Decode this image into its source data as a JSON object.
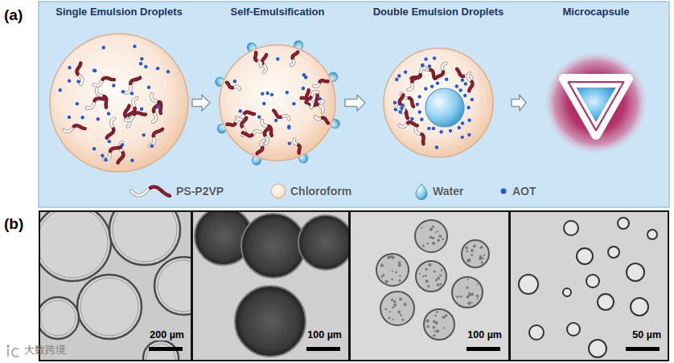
{
  "diagram": {
    "nodes": [
      {
        "text": [
          "(a)"
        ]
      },
      {
        "text": [
          "Single Emulsion Droplets"
        ],
        "in": 0
      },
      {
        "text": [
          "Self-Emulsification"
        ],
        "in": 0
      },
      {
        "text": [
          "Double Emulsion Droplets"
        ],
        "in": 0
      },
      {
        "text": [
          "Microcapsule"
        ],
        "in": 0
      },
      {
        "text": [
          "(b)"
        ]
      },
      {
        "text": [
          "200 µm"
        ],
        "in": 5
      },
      {
        "text": [
          "100 µm"
        ],
        "in": 5
      },
      {
        "text": [
          "100 µm"
        ],
        "in": 5
      },
      {
        "text": [
          "50 µm"
        ],
        "in": 5
      }
    ],
    "edges": [
      {
        "from": 1,
        "to": 2,
        "arrow": "to"
      },
      {
        "from": 2,
        "to": 3,
        "arrow": "to"
      },
      {
        "from": 3,
        "to": 4,
        "arrow": "to"
      }
    ],
    "labels": [
      "大数跨境"
    ],
    "legend": [
      {
        "text": "PS-P2VP"
      },
      {
        "text": "Chloroform"
      },
      {
        "text": "Water"
      },
      {
        "text": "AOT",
        "color": "#2458d6"
      }
    ]
  }
}
